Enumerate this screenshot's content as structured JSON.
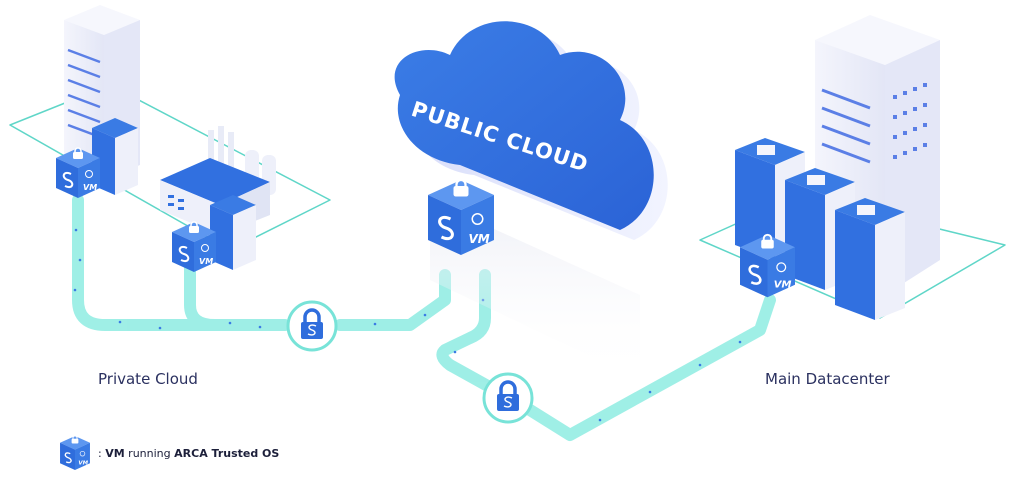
{
  "cloud": {
    "label": "PUBLIC CLOUD"
  },
  "sites": {
    "private_cloud": {
      "label": "Private Cloud"
    },
    "main_datacenter": {
      "label": "Main Datacenter"
    }
  },
  "vm_badge": {
    "text": "VM"
  },
  "legend": {
    "separator": ":",
    "prefix": "VM",
    "middle": " running ",
    "emphasis": "ARCA Trusted OS"
  },
  "colors": {
    "primary_blue": "#3170e0",
    "path_teal": "#7de8e0",
    "platform_outline": "#5fd6c8",
    "text_dark": "#2b3160",
    "building_white": "#eef0fa",
    "window_blue": "#5b7fe6"
  },
  "icons": [
    "lock-icon",
    "s-logo-icon",
    "helm-wheel-icon",
    "vm-cube-icon",
    "server-icon",
    "building-icon",
    "factory-icon",
    "cloud-icon"
  ]
}
